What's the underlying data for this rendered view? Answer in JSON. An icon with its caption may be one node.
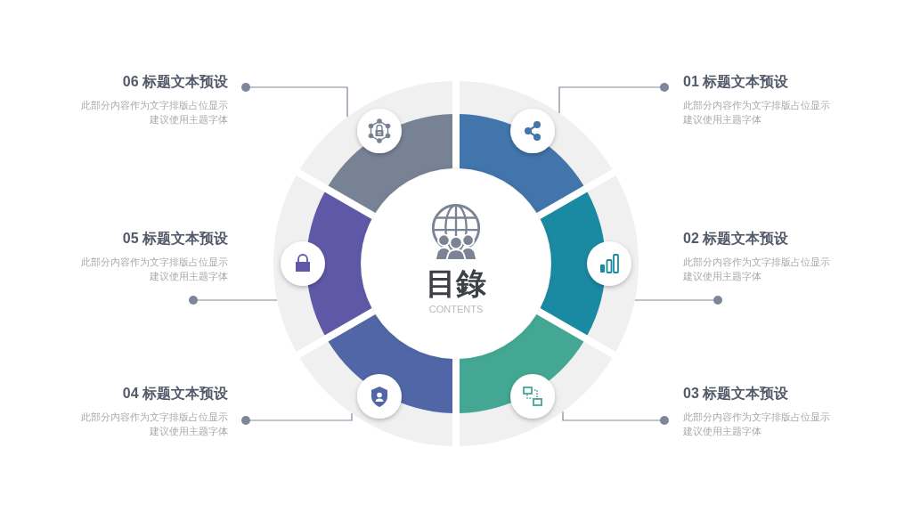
{
  "diagram": {
    "nodes": [
      {
        "text": [
          "目錄",
          "CONTENTS"
        ]
      },
      {
        "text": [
          "01 标题文本预设",
          "此部分内容作为文字排版占位显示建议使用主题字体"
        ]
      },
      {
        "text": [
          "02 标题文本预设",
          "此部分内容作为文字排版占位显示建议使用主题字体"
        ]
      },
      {
        "text": [
          "03 标题文本预设",
          "此部分内容作为文字排版占位显示建议使用主题字体"
        ]
      },
      {
        "text": [
          "04 标题文本预设",
          "此部分内容作为文字排版占位显示建议使用主题字体"
        ]
      },
      {
        "text": [
          "05 标题文本预设",
          "此部分内容作为文字排版占位显示建议使用主题字体"
        ]
      },
      {
        "text": [
          "06 标题文本预设",
          "此部分内容作为文字排版占位显示建议使用主题字体"
        ]
      },
      {
        "text": [],
        "shape": "sector"
      },
      {
        "text": [],
        "shape": "sector"
      },
      {
        "text": [],
        "shape": "sector"
      },
      {
        "text": [],
        "shape": "sector"
      },
      {
        "text": [],
        "shape": "sector"
      },
      {
        "text": [],
        "shape": "sector"
      }
    ],
    "edges": [
      {
        "from": 1,
        "to": 7,
        "arrow": "other"
      },
      {
        "from": 2,
        "to": 8,
        "arrow": "other"
      },
      {
        "from": 3,
        "to": 9,
        "arrow": "other"
      },
      {
        "from": 4,
        "to": 10,
        "arrow": "other"
      },
      {
        "from": 5,
        "to": 11,
        "arrow": "other"
      },
      {
        "from": 6,
        "to": 12,
        "arrow": "other"
      }
    ]
  }
}
